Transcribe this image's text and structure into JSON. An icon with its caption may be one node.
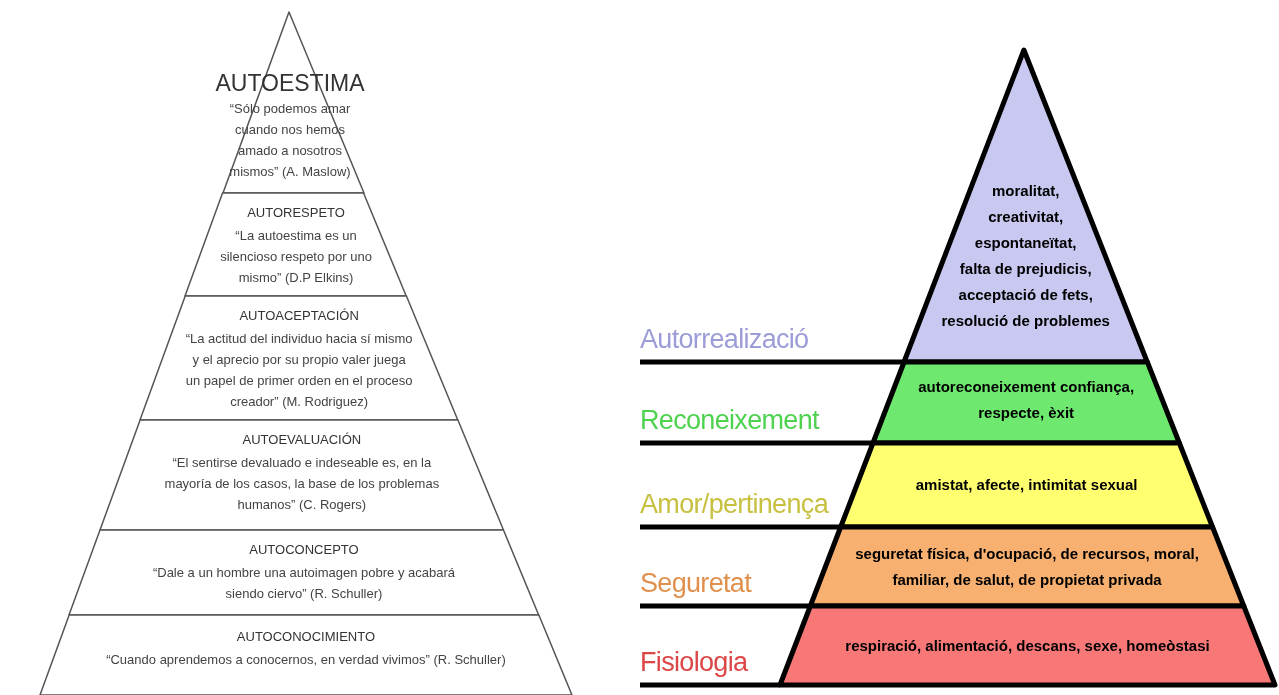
{
  "diagram": {
    "nodes": [
      {
        "text": [
          "AUTOESTIMA",
          "“Sólo podemos amar cuando nos hemos amado a nosotros mismos” (A. Maslow)"
        ]
      },
      {
        "text": [
          "AUTORESPETO",
          "“La autoestima es un silencioso respeto por uno mismo” (D.P Elkins)"
        ]
      },
      {
        "text": [
          "AUTOACEPTACIÓN",
          "“La actitud del individuo hacia sí mismo y el aprecio por su propio valer juega un papel de primer orden en el proceso creador” (M. Rodriguez)"
        ]
      },
      {
        "text": [
          "AUTOEVALUACIÓN",
          "“El sentirse devaluado e indeseable es, en la mayoría de los casos, la base de los problemas humanos” (C. Rogers)"
        ]
      },
      {
        "text": [
          "AUTOCONCEPTO",
          "“Dale a un hombre una autoimagen pobre y acabará siendo ciervo” (R. Schuller)"
        ]
      },
      {
        "text": [
          "AUTOCONOCIMIENTO",
          "“Cuando aprendemos a conocernos, en verdad vivimos” (R. Schuller)"
        ]
      },
      {
        "text": [
          "moralitat, creativitat, espontaneïtat, falta de prejudicis, acceptació de fets, resolució de problemes"
        ],
        "beside": [
          "Autorrealizació"
        ]
      },
      {
        "text": [
          "autoreconeixement confiança, respecte, èxit"
        ],
        "beside": [
          "Reconeixement"
        ]
      },
      {
        "text": [
          "amistat, afecte, intimitat sexual"
        ],
        "beside": [
          "Amor/pertinença"
        ]
      },
      {
        "text": [
          "seguretat física, d'ocupació, de recursos, moral, familiar, de salut, de propietat privada"
        ],
        "beside": [
          "Seguretat"
        ]
      },
      {
        "text": [
          "respiració, alimentació, descans, sexe, homeòstasi"
        ],
        "beside": [
          "Fisiologia"
        ]
      }
    ]
  }
}
